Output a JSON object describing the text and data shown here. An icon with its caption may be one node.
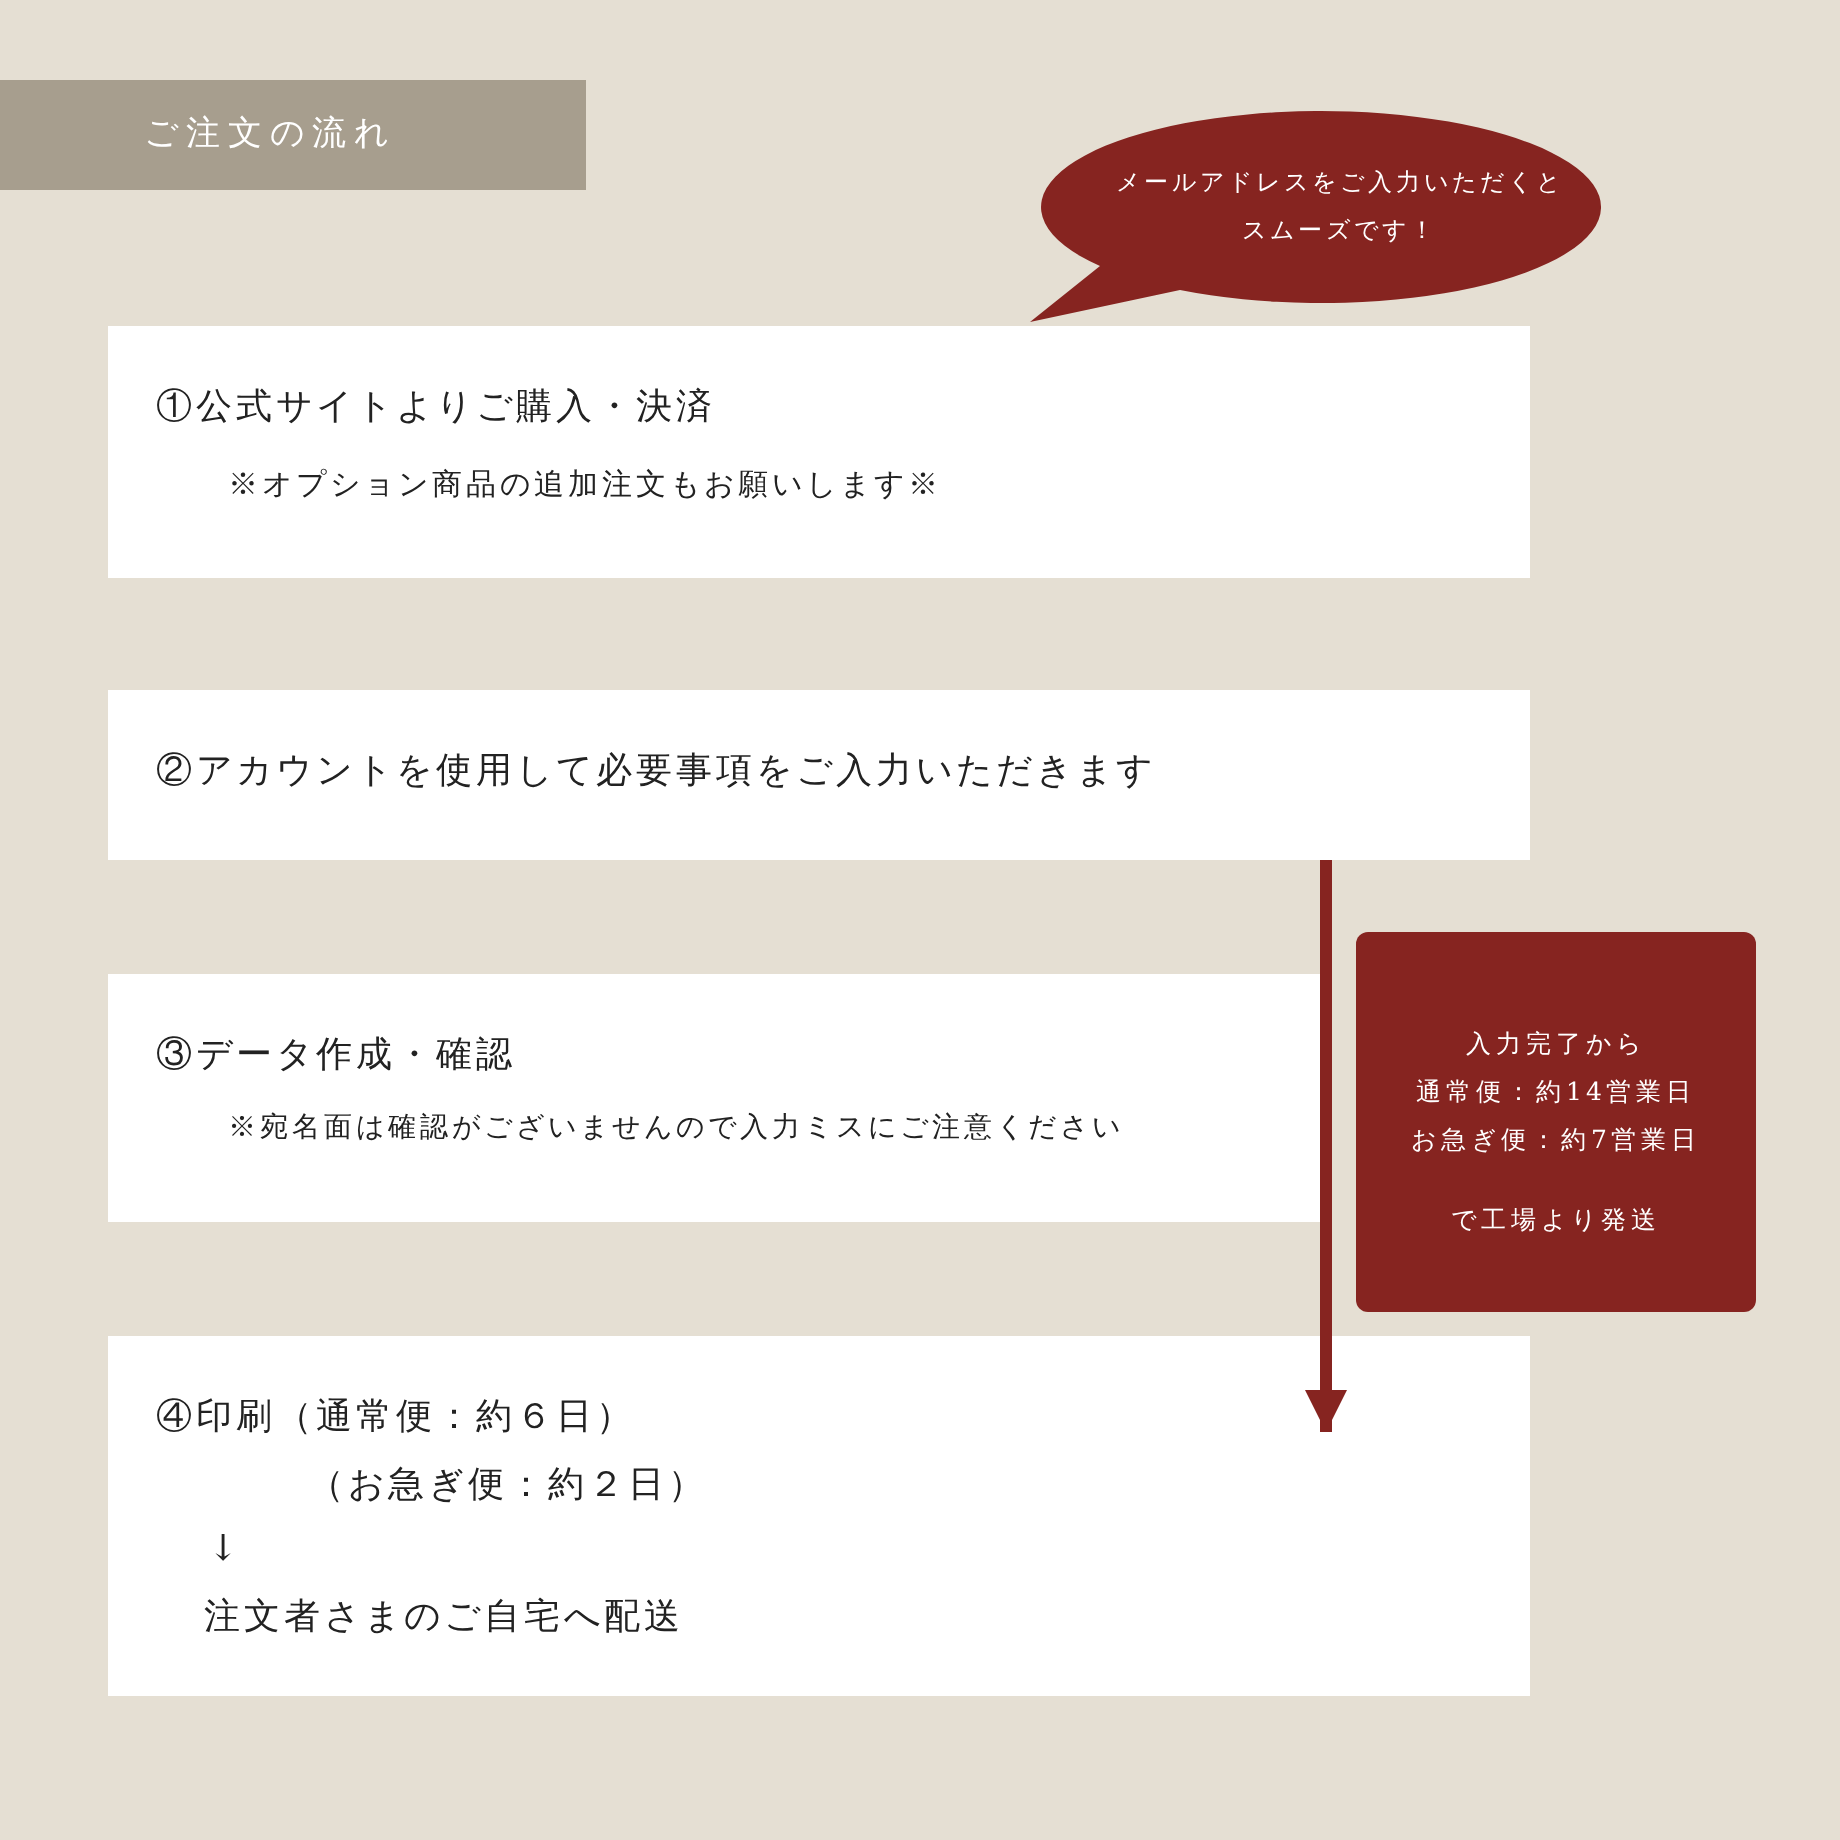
{
  "diagram": {
    "title": "ご注文の流れ",
    "nodes": [
      {
        "text": [
          "メールアドレスをご入力いただくとスムーズです！"
        ]
      },
      {
        "text": [
          "①公式サイトよりご購入・決済",
          "※オプション商品の追加注文もお願いします※"
        ]
      },
      {
        "text": [
          "②アカウントを使用して必要事項をご入力いただきます"
        ]
      },
      {
        "text": [
          "③データ作成・確認",
          "※宛名面は確認がございませんので入力ミスにご注意ください"
        ]
      },
      {
        "text": [
          "④印刷（通常便：約６日）",
          "（お急ぎ便：約２日）",
          "↓",
          "注文者さまのご自宅へ配送"
        ]
      },
      {
        "text": [
          "入力完了から",
          "通常便：約14営業日",
          "お急ぎ便：約7営業日",
          "で工場より発送"
        ]
      }
    ],
    "edges": [
      {
        "from": 2,
        "to": 4,
        "arrow": "to"
      }
    ]
  }
}
